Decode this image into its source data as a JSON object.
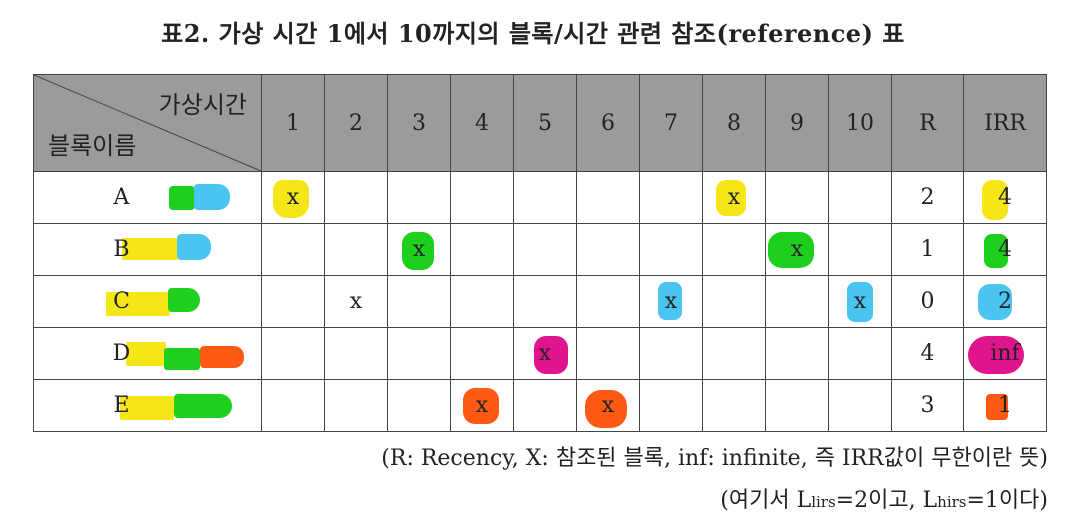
{
  "title": "표2. 가상 시간 1에서 10까지의 블록/시간 관련 참조(reference) 표",
  "header": {
    "corner_top": "가상시간",
    "corner_bottom": "블록이름",
    "cols": [
      "1",
      "2",
      "3",
      "4",
      "5",
      "6",
      "7",
      "8",
      "9",
      "10",
      "R",
      "IRR"
    ]
  },
  "rows": [
    {
      "name": "A",
      "cells": [
        "x",
        "",
        "",
        "",
        "",
        "",
        "",
        "x",
        "",
        "",
        "2",
        "4"
      ]
    },
    {
      "name": "B",
      "cells": [
        "",
        "",
        "x",
        "",
        "",
        "",
        "",
        "",
        "x",
        "",
        "1",
        "4"
      ]
    },
    {
      "name": "C",
      "cells": [
        "",
        "x",
        "",
        "",
        "",
        "",
        "x",
        "",
        "",
        "x",
        "0",
        "2"
      ]
    },
    {
      "name": "D",
      "cells": [
        "",
        "",
        "",
        "",
        "x",
        "",
        "",
        "",
        "",
        "",
        "4",
        "inf"
      ]
    },
    {
      "name": "E",
      "cells": [
        "",
        "",
        "",
        "x",
        "",
        "x",
        "",
        "",
        "",
        "",
        "3",
        "1"
      ]
    }
  ],
  "note1": "(R: Recency,  X: 참조된 블록, inf: infinite, 즉 IRR값이 무한이란 뜻)",
  "note2": {
    "prefix": "(여기서 L",
    "sub1": "lirs",
    "mid": "=2이고, L",
    "sub2": "hirs",
    "suffix": "=1이다)"
  },
  "highlight_colors": {
    "yellow": "#f5e61a",
    "blue": "#4cc4f0",
    "green": "#1ecf1e",
    "orange": "#ff5a14",
    "magenta": "#e0148c"
  }
}
